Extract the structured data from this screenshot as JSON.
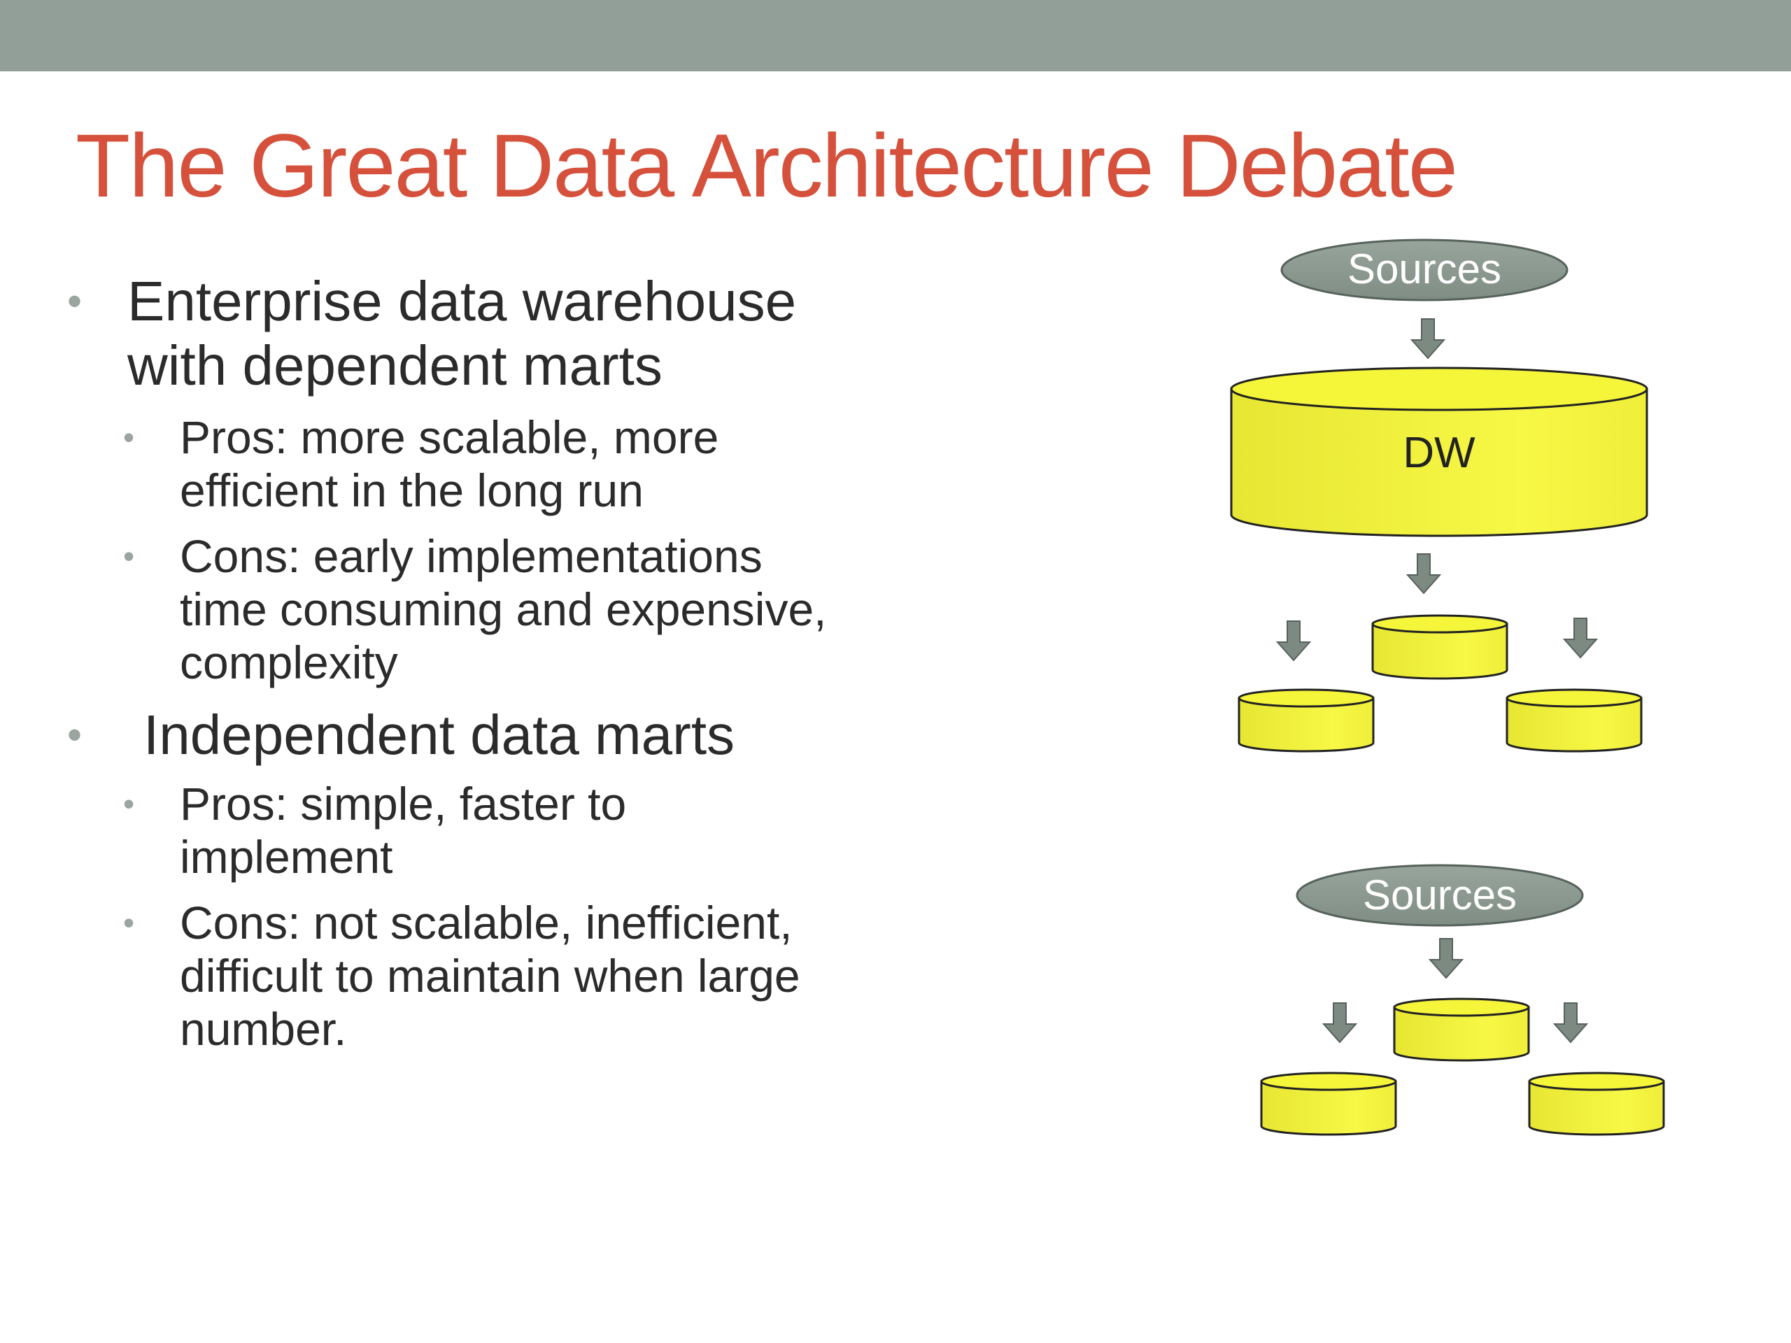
{
  "slide": {
    "title": "The Great Data Architecture Debate"
  },
  "bullets": [
    {
      "text": "Enterprise data warehouse with dependent marts",
      "lines": [
        "Enterprise data warehouse",
        "with dependent marts"
      ],
      "children": [
        {
          "text": "Pros:  more scalable, more efficient in the long run",
          "lines": [
            "Pros:  more scalable, more",
            "efficient in the long run"
          ]
        },
        {
          "text": "Cons:  early implementations time consuming and expensive, complexity",
          "lines": [
            "Cons:  early implementations",
            "time consuming and expensive,",
            "complexity"
          ]
        }
      ]
    },
    {
      "text": " Independent data marts",
      "lines": [
        "Independent data marts"
      ],
      "children": [
        {
          "text": "Pros:  simple, faster to implement",
          "lines": [
            "Pros:  simple, faster to",
            "implement"
          ]
        },
        {
          "text": "Cons:  not scalable, inefficient, difficult to maintain when large number.",
          "lines": [
            "Cons:  not scalable, inefficient,",
            "difficult to maintain when large",
            "number."
          ]
        }
      ]
    }
  ],
  "diagram": {
    "top": {
      "sources_label": "Sources",
      "warehouse_label": "DW",
      "mart_count": 3
    },
    "bottom": {
      "sources_label": "Sources",
      "mart_count": 3
    }
  },
  "colors": {
    "top_bar": "#929f98",
    "title": "#d5513c",
    "text": "#2b2b2b",
    "sources_fill": "#8a9890",
    "cylinder_fill": "#f5f53a",
    "arrow_fill": "#7c8a82"
  }
}
